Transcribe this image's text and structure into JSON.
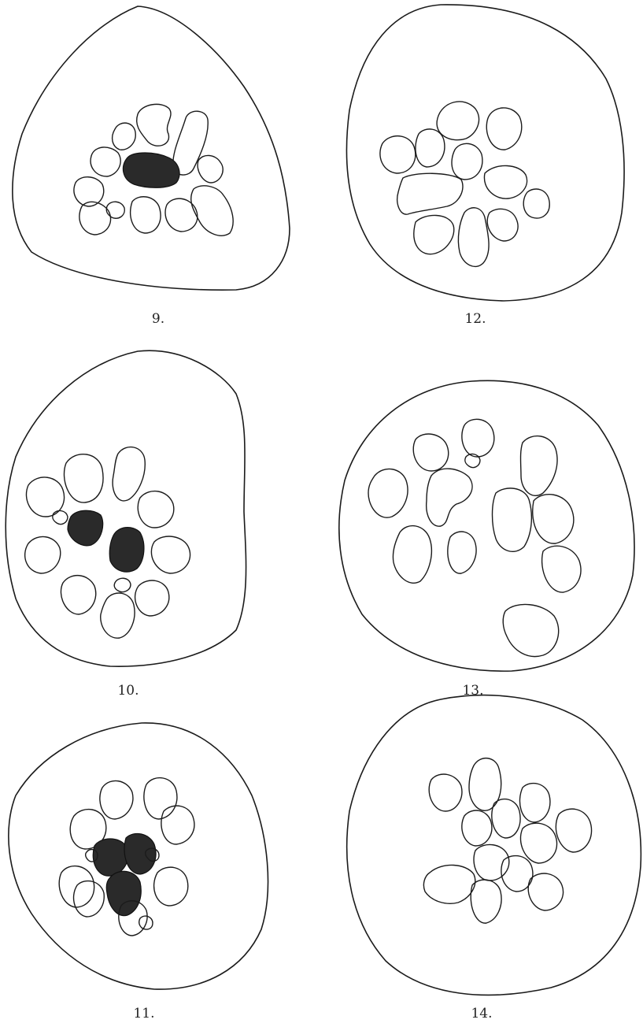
{
  "figures": [
    {
      "id": "fig-9",
      "label": "9."
    },
    {
      "id": "fig-10",
      "label": "10."
    },
    {
      "id": "fig-11",
      "label": "11."
    },
    {
      "id": "fig-12",
      "label": "12."
    },
    {
      "id": "fig-13",
      "label": "13."
    },
    {
      "id": "fig-14",
      "label": "14."
    }
  ]
}
